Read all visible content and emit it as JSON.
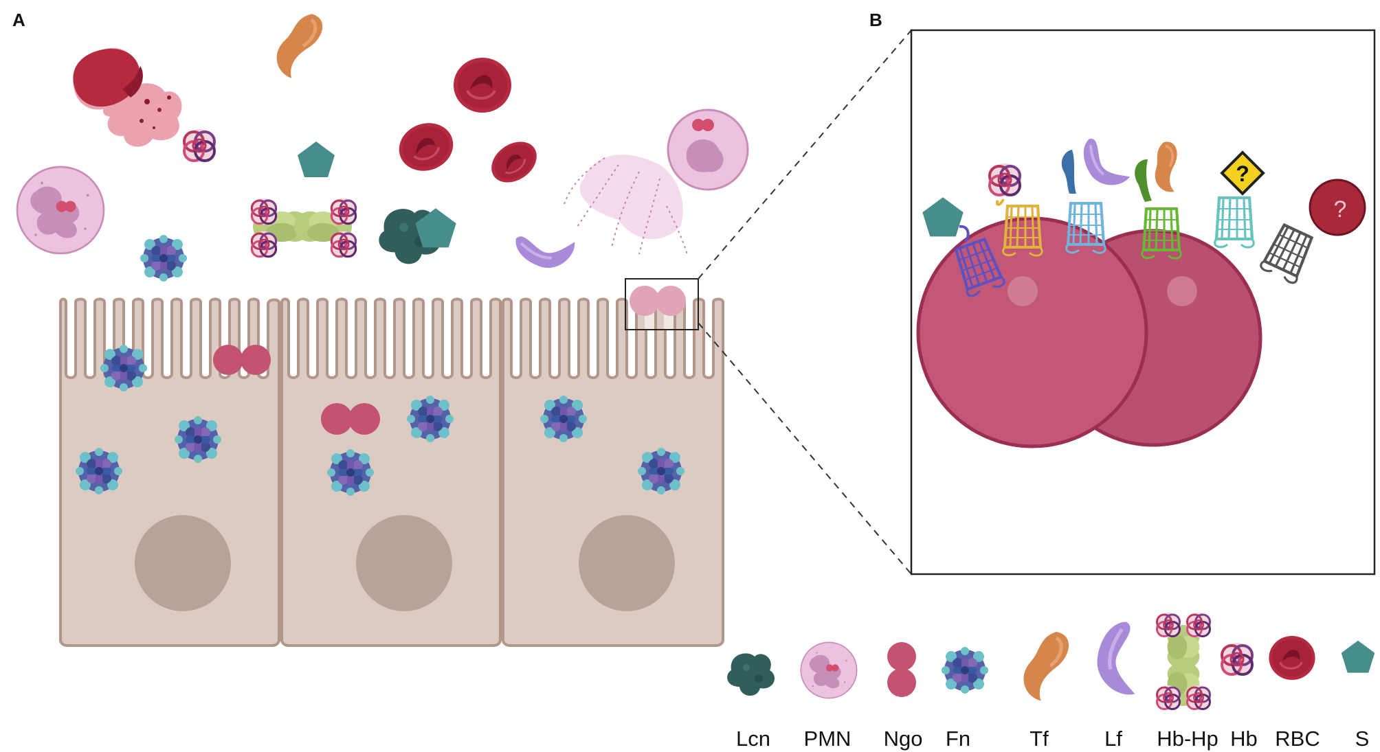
{
  "panels": {
    "a": "A",
    "b": "B"
  },
  "legend": [
    {
      "key": "lcn",
      "label": "Lcn"
    },
    {
      "key": "pmn",
      "label": "PMN"
    },
    {
      "key": "ngo",
      "label": "Ngo"
    },
    {
      "key": "fn",
      "label": "Fn"
    },
    {
      "key": "tf",
      "label": "Tf"
    },
    {
      "key": "lf",
      "label": "Lf"
    },
    {
      "key": "hbhp",
      "label": "Hb-Hp"
    },
    {
      "key": "hb",
      "label": "Hb"
    },
    {
      "key": "rbc",
      "label": "RBC"
    },
    {
      "key": "s",
      "label": "S"
    }
  ],
  "receptor_marks": {
    "unknown_diamond": "?",
    "unknown_circle": "?"
  },
  "colors": {
    "cell_fill": "#dccbc3",
    "cell_stroke": "#b2968a",
    "nucleus": "#b7a39a",
    "ngo": "#c45372",
    "ngo_light": "#e0a4b6",
    "rbc": "#b52a3f",
    "pmn_fill": "#ecc3df",
    "pmn_nucleus": "#c68fb9",
    "tf": "#d6854b",
    "lf": "#a98ad8",
    "lcn": "#2f5e5b",
    "s": "#468d8b",
    "fn_dark": "#3d4f96",
    "fn_light": "#69b7c6",
    "hp": "#b7cc7c",
    "hb": "#b03a63",
    "receptor_purple": "#5b51c2",
    "receptor_yellow": "#e2b33a",
    "receptor_blue": "#6fb4dd",
    "receptor_green": "#67b837",
    "receptor_teal": "#65c3c0",
    "receptor_gray": "#555555"
  }
}
